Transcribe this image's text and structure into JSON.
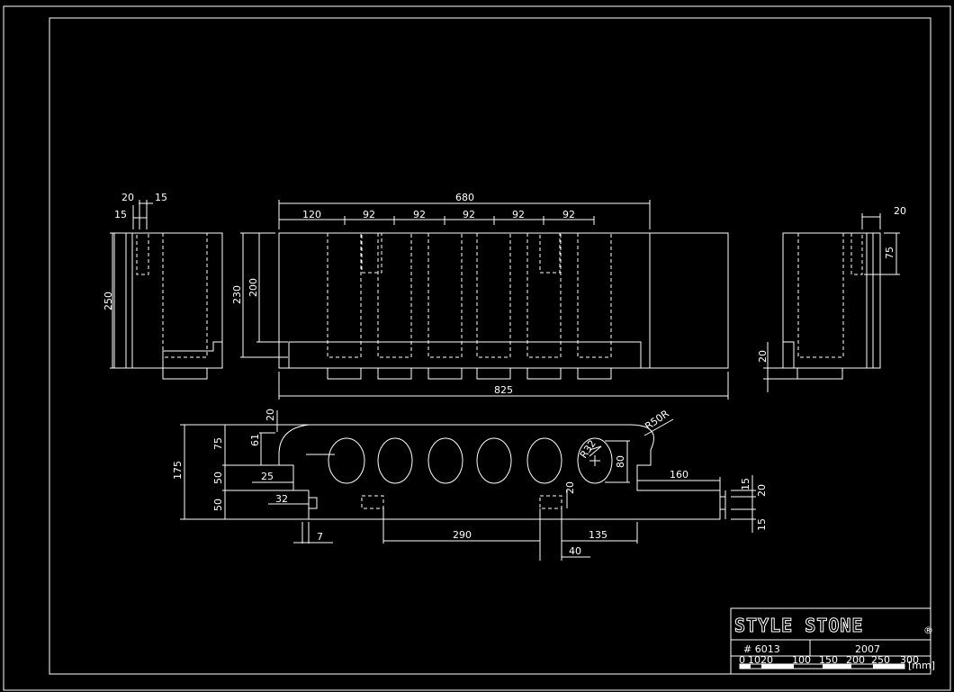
{
  "dims": {
    "left_20": "20",
    "left_15a": "15",
    "left_15b": "15",
    "left_250": "250",
    "front_680": "680",
    "front_120": "120",
    "front_92": [
      "92",
      "92",
      "92",
      "92",
      "92"
    ],
    "front_230": "230",
    "front_200": "200",
    "front_825": "825",
    "right_20a": "20",
    "right_75": "75",
    "right_20b": "20",
    "sec_20": "20",
    "sec_75": "75",
    "sec_61": "61",
    "sec_175": "175",
    "sec_50a": "50",
    "sec_25": "25",
    "sec_50b": "50",
    "sec_32": "32",
    "sec_7": "7",
    "sec_290": "290",
    "sec_20c": "20",
    "sec_135": "135",
    "sec_40": "40",
    "sec_160": "160",
    "sec_80": "80",
    "sec_r50r": "R50R",
    "sec_r32": "R32",
    "sec_15a": "15",
    "sec_20d": "20",
    "sec_15b": "15"
  },
  "title_block": {
    "logo_text": "STYLE STONE",
    "part_number": "# 6013",
    "year": "2007",
    "scale_unit": "[mm]",
    "scale_ticks": [
      "0",
      "10",
      "20",
      "100",
      "150",
      "200",
      "250",
      "300"
    ]
  }
}
